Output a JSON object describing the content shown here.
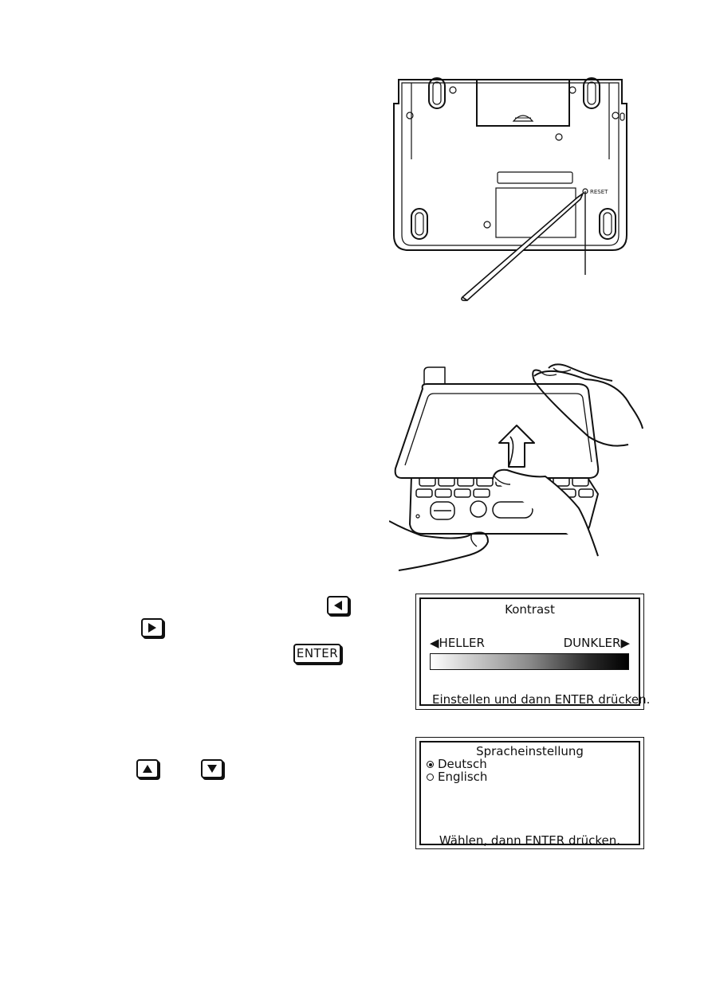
{
  "fig_reset": {
    "label": "RESET"
  },
  "keys": {
    "left_icon": "left-triangle-arrow",
    "right_icon": "right-triangle-arrow",
    "up_icon": "up-triangle-arrow",
    "down_icon": "down-triangle-arrow",
    "enter_label": "ENTER"
  },
  "contrast_screen": {
    "title": "Kontrast",
    "left_label": "◀HELLER",
    "right_label": "DUNKLER▶",
    "footer": "Einstellen und dann ENTER drücken."
  },
  "language_screen": {
    "title": "Spracheinstellung",
    "options": [
      {
        "label": "Deutsch",
        "selected": true
      },
      {
        "label": "Englisch",
        "selected": false
      }
    ],
    "footer": "Wählen, dann ENTER drücken."
  }
}
